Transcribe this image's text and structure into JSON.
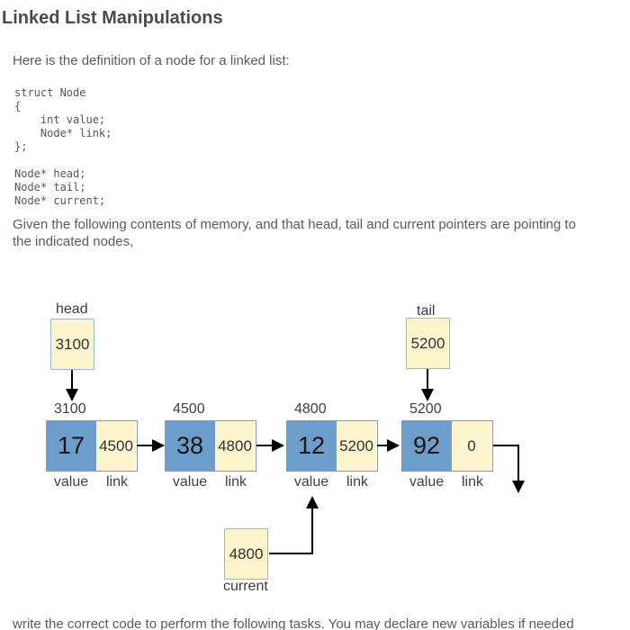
{
  "page": {
    "title": "Linked List Manipulations",
    "intro": "Here is the definition of a node for a linked list:",
    "code": "struct Node\n{\n    int value;\n    Node* link;\n};\n\nNode* head;\nNode* tail;\nNode* current;",
    "memory_paragraph": "Given the following contents of memory, and that head, tail and current pointers are pointing to\nthe indicated nodes,",
    "bottom_text": "write the correct code to perform the following tasks. You may declare new variables if needed"
  },
  "diagram": {
    "pointers": {
      "head": {
        "label": "head",
        "value": "3100"
      },
      "tail": {
        "label": "tail",
        "value": "5200"
      },
      "current": {
        "label": "current",
        "value": "4800"
      }
    },
    "nodes": [
      {
        "address": "3100",
        "value": "17",
        "link": "4500"
      },
      {
        "address": "4500",
        "value": "38",
        "link": "4800"
      },
      {
        "address": "4800",
        "value": "12",
        "link": "5200"
      },
      {
        "address": "5200",
        "value": "92",
        "link": "0"
      }
    ],
    "cell_labels": {
      "value": "value",
      "link": "link"
    },
    "colors": {
      "value_cell_fill": "#6d9dca",
      "link_cell_fill": "#fdf5cd",
      "node_border": "#7d9cba",
      "pointer_box_fill": "#fcf4cb",
      "pointer_box_border": "#9cb8d8",
      "arrow": "#000000",
      "heading_text": "#4b4b4b",
      "body_text": "#595b5d"
    }
  }
}
